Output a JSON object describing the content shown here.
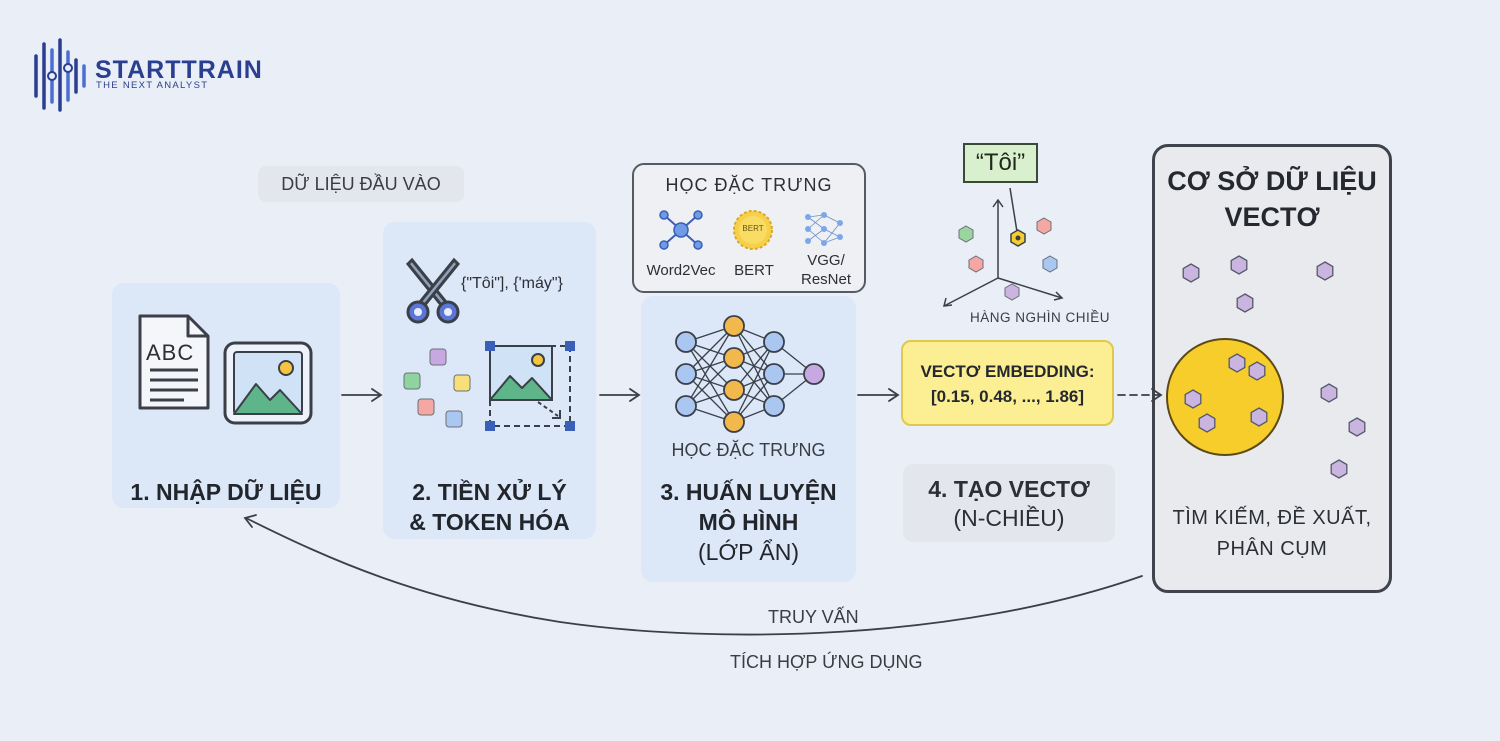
{
  "brand": {
    "name": "STARTTRAIN",
    "tagline": "THE NEXT ANALYST"
  },
  "input_label": "DỮ LIỆU ĐẦU VÀO",
  "steps": [
    {
      "label": "1. NHẬP DỮ LIỆU"
    },
    {
      "label_line1": "2. TIỀN XỬ LÝ",
      "label_line2": "& TOKEN HÓA"
    },
    {
      "label_line1": "3. HUẤN LUYỆN",
      "label_line2": "MÔ HÌNH",
      "label_line3": "(LỚP ẨN)"
    },
    {
      "label_line1": "4. TẠO VECTƠ",
      "label_line2": "(N-CHIỀU)"
    }
  ],
  "doc_icon_text": "ABC",
  "tokens_text": "{\"Tôi\"], {'máy\"}",
  "feature_box": {
    "title": "HỌC ĐẶC TRƯNG",
    "models": [
      "Word2Vec",
      "BERT",
      "VGG/",
      "ResNet"
    ],
    "bert_badge": "BERT"
  },
  "nn_label": "HỌC ĐẶC TRƯNG",
  "vector_space": {
    "word": "“Tôi”",
    "caption": "HÀNG NGHÌN CHIỀU"
  },
  "embedding": {
    "title": "VECTƠ EMBEDDING:",
    "values": "[0.15, 0.48, ..., 1.86]"
  },
  "database": {
    "title_line1": "CƠ SỞ DỮ LIỆU",
    "title_line2": "VECTƠ",
    "sub_line1": "TÌM KIẾM, ĐỀ XUẤT,",
    "sub_line2": "PHÂN CỤM"
  },
  "feedback": {
    "query": "TRUY VẤN",
    "integration": "TÍCH HỢP ỨNG DỤNG"
  },
  "colors": {
    "background": "#e9eef7",
    "panel": "#dce8f7",
    "brand": "#2a3f8f",
    "cluster": "#f7cd2c",
    "hexagon": "#c9b5df",
    "embedding_fill": "#fcef93"
  }
}
